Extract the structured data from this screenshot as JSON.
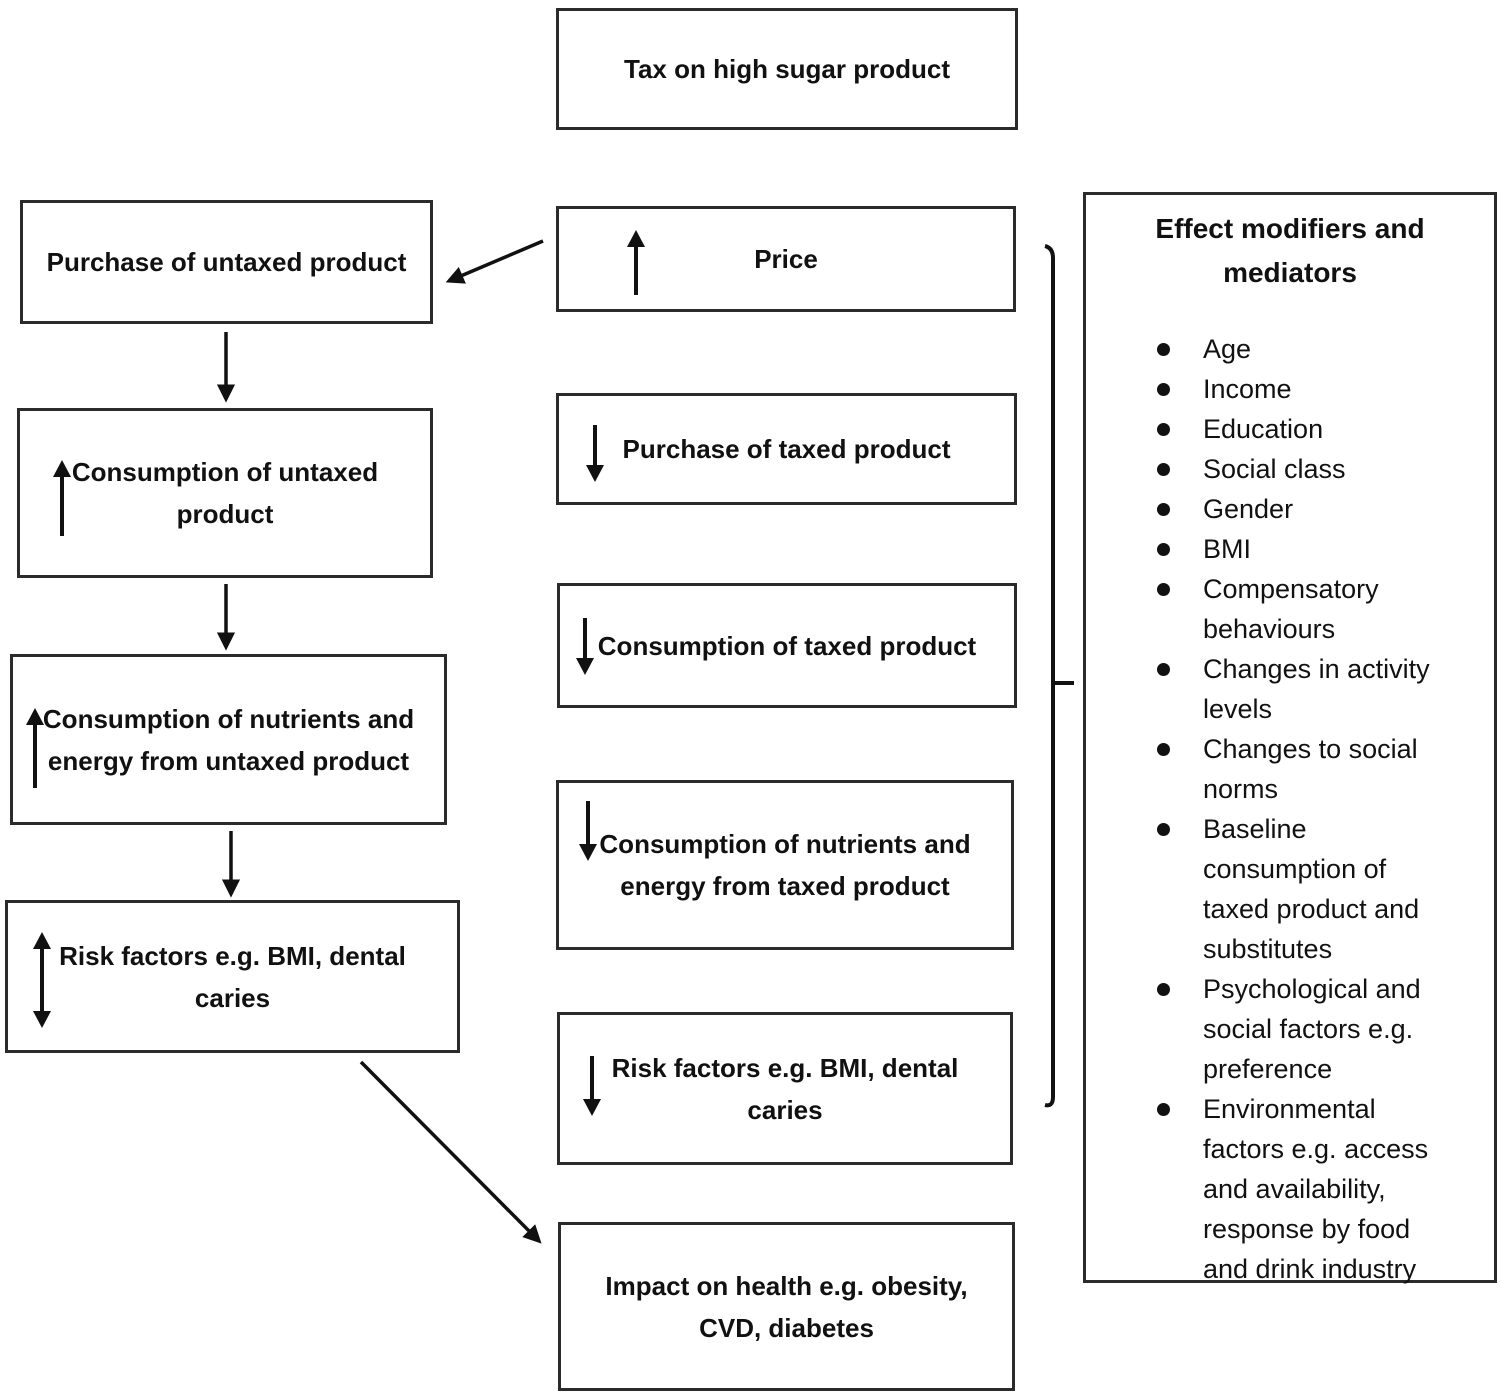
{
  "figure": {
    "ink_color": "#111111",
    "tax_box": {
      "label": "Tax on high sugar product"
    },
    "left_column": {
      "purchase_untaxed": {
        "label": "Purchase of untaxed product"
      },
      "consumption_untaxed": {
        "label": "Consumption of untaxed\nproduct",
        "arrow": "up"
      },
      "nutrients_untaxed": {
        "label": "Consumption of nutrients and\nenergy from untaxed product",
        "arrow": "up"
      },
      "risk_factors_untaxed": {
        "label": "Risk factors e.g. BMI, dental\ncaries",
        "arrow": "up-down"
      }
    },
    "middle_column": {
      "price": {
        "label": "Price",
        "arrow": "up"
      },
      "purchase_taxed": {
        "label": "Purchase of taxed product",
        "arrow": "down"
      },
      "consumption_taxed": {
        "label": "Consumption of taxed product",
        "arrow": "down"
      },
      "nutrients_taxed": {
        "label": "Consumption of nutrients and\nenergy from taxed product",
        "arrow": "down"
      },
      "risk_factors_taxed": {
        "label": "Risk factors e.g. BMI, dental\ncaries",
        "arrow": "down"
      },
      "health_impact": {
        "label": "Impact on health e.g. obesity,\nCVD, diabetes"
      }
    },
    "effect_panel": {
      "title": "Effect modifiers and\nmediators",
      "items": [
        "Age",
        "Income",
        "Education",
        "Social class",
        "Gender",
        "BMI",
        "Compensatory\nbehaviours",
        "Changes in activity\nlevels",
        "Changes to social\nnorms",
        "Baseline\nconsumption of\ntaxed product and\nsubstitutes",
        "Psychological and\nsocial factors e.g.\npreference",
        "Environmental\nfactors e.g. access\nand availability,\nresponse by food\nand drink industry"
      ]
    }
  }
}
